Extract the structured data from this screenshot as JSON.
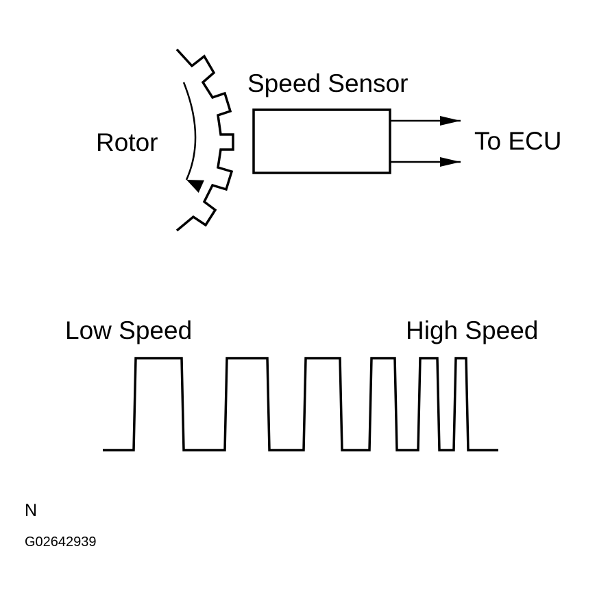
{
  "labels": {
    "rotor": "Rotor",
    "speed_sensor": "Speed Sensor",
    "to_ecu": "To ECU",
    "low_speed": "Low Speed",
    "high_speed": "High Speed",
    "orientation_mark": "N",
    "figure_code": "G02642939"
  },
  "colors": {
    "ink": "#000000",
    "background": "#ffffff"
  }
}
